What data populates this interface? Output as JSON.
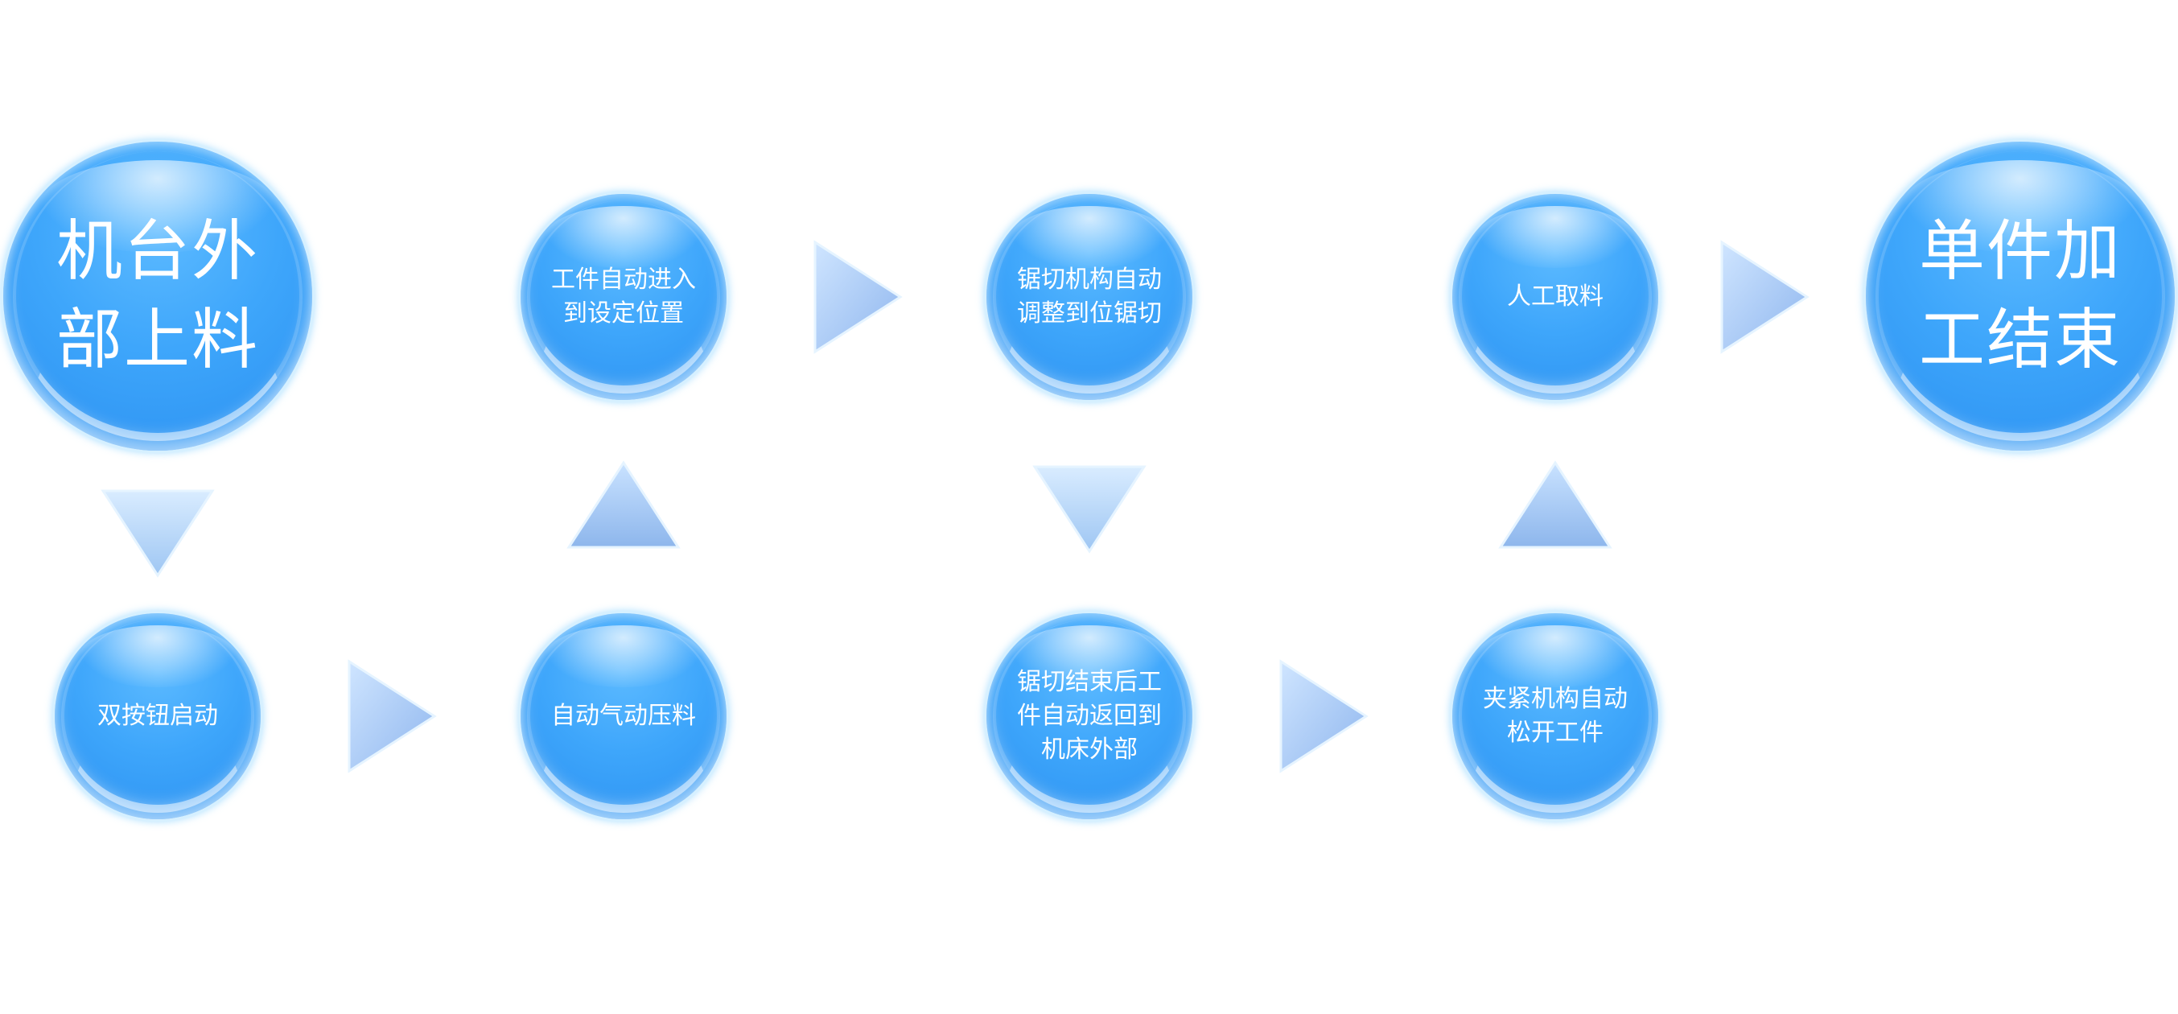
{
  "nodes": {
    "n1": "机台外\n部上料",
    "n2": "双按钮启动",
    "n3": "自动气动压料",
    "n4": "工件自动进入\n到设定位置",
    "n5": "锯切机构自动\n调整到位锯切",
    "n6": "锯切结束后工\n件自动返回到\n机床外部",
    "n7": "夹紧机构自动\n松开工件",
    "n8": "人工取料",
    "n9": "单件加\n工结束"
  },
  "colors": {
    "node_fill": "#3ea6fb",
    "arrow_light": "#cfe6ff",
    "arrow_dark": "#8fb9ef"
  }
}
